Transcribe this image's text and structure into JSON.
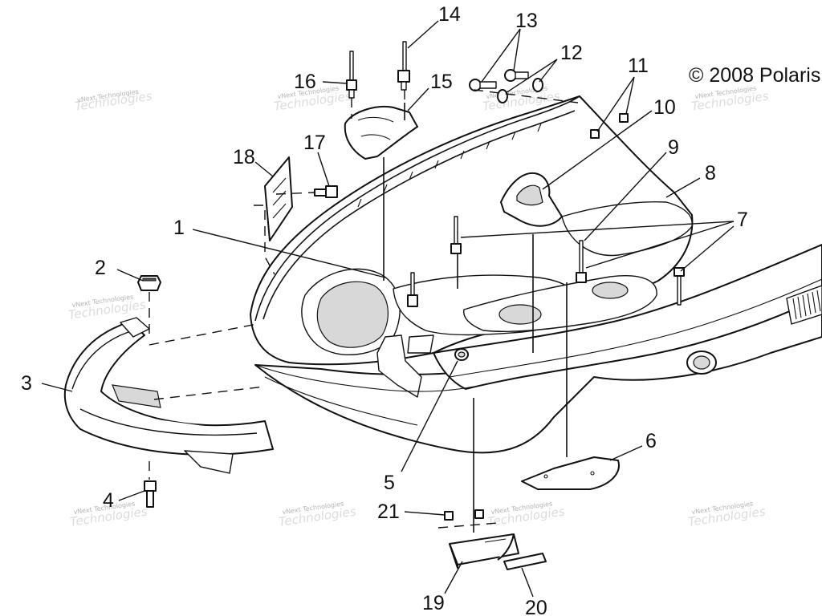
{
  "copyright": "© 2008 Polaris",
  "watermark": {
    "small_text": "vNext Technologies",
    "big_text": "Technologies"
  },
  "callouts": [
    {
      "id": "1",
      "label": "1"
    },
    {
      "id": "2",
      "label": "2"
    },
    {
      "id": "3",
      "label": "3"
    },
    {
      "id": "4",
      "label": "4"
    },
    {
      "id": "5",
      "label": "5"
    },
    {
      "id": "6",
      "label": "6"
    },
    {
      "id": "7",
      "label": "7"
    },
    {
      "id": "8",
      "label": "8"
    },
    {
      "id": "9",
      "label": "9"
    },
    {
      "id": "10",
      "label": "10"
    },
    {
      "id": "11",
      "label": "11"
    },
    {
      "id": "12",
      "label": "12"
    },
    {
      "id": "13",
      "label": "13"
    },
    {
      "id": "14",
      "label": "14"
    },
    {
      "id": "15",
      "label": "15"
    },
    {
      "id": "16",
      "label": "16"
    },
    {
      "id": "17",
      "label": "17"
    },
    {
      "id": "18",
      "label": "18"
    },
    {
      "id": "19",
      "label": "19"
    },
    {
      "id": "20",
      "label": "20"
    },
    {
      "id": "21",
      "label": "21"
    }
  ]
}
